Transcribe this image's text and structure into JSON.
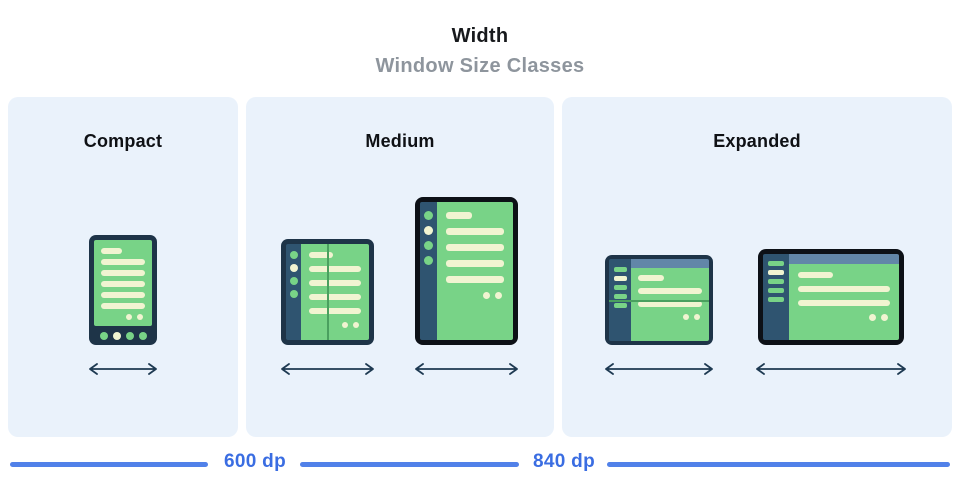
{
  "header": {
    "title": "Width",
    "subtitle": "Window Size Classes"
  },
  "panels": [
    {
      "id": "compact",
      "label": "Compact",
      "devices": [
        {
          "type": "phone-portrait"
        }
      ]
    },
    {
      "id": "medium",
      "label": "Medium",
      "devices": [
        {
          "type": "foldable-open-portrait"
        },
        {
          "type": "tablet-portrait"
        }
      ]
    },
    {
      "id": "expanded",
      "label": "Expanded",
      "devices": [
        {
          "type": "foldable-open-landscape"
        },
        {
          "type": "tablet-landscape"
        }
      ]
    }
  ],
  "axis": {
    "breakpoints": [
      {
        "label": "600 dp"
      },
      {
        "label": "840 dp"
      }
    ]
  },
  "colors": {
    "panel-bg": "#eaf2fb",
    "frame-navy": "#1e3448",
    "frame-black": "#0d1117",
    "rail-navy": "#2f5470",
    "screen-green": "#78d387",
    "content-cream": "#f1f4d1",
    "topbar-blue": "#6286a8",
    "fold-green": "#4aa05f",
    "arrow-navy": "#1e3a52",
    "axis-blue": "#5181e9",
    "axis-text-blue": "#3a6de2",
    "title-dark": "#17191c",
    "subtitle-gray": "#8e959d"
  }
}
